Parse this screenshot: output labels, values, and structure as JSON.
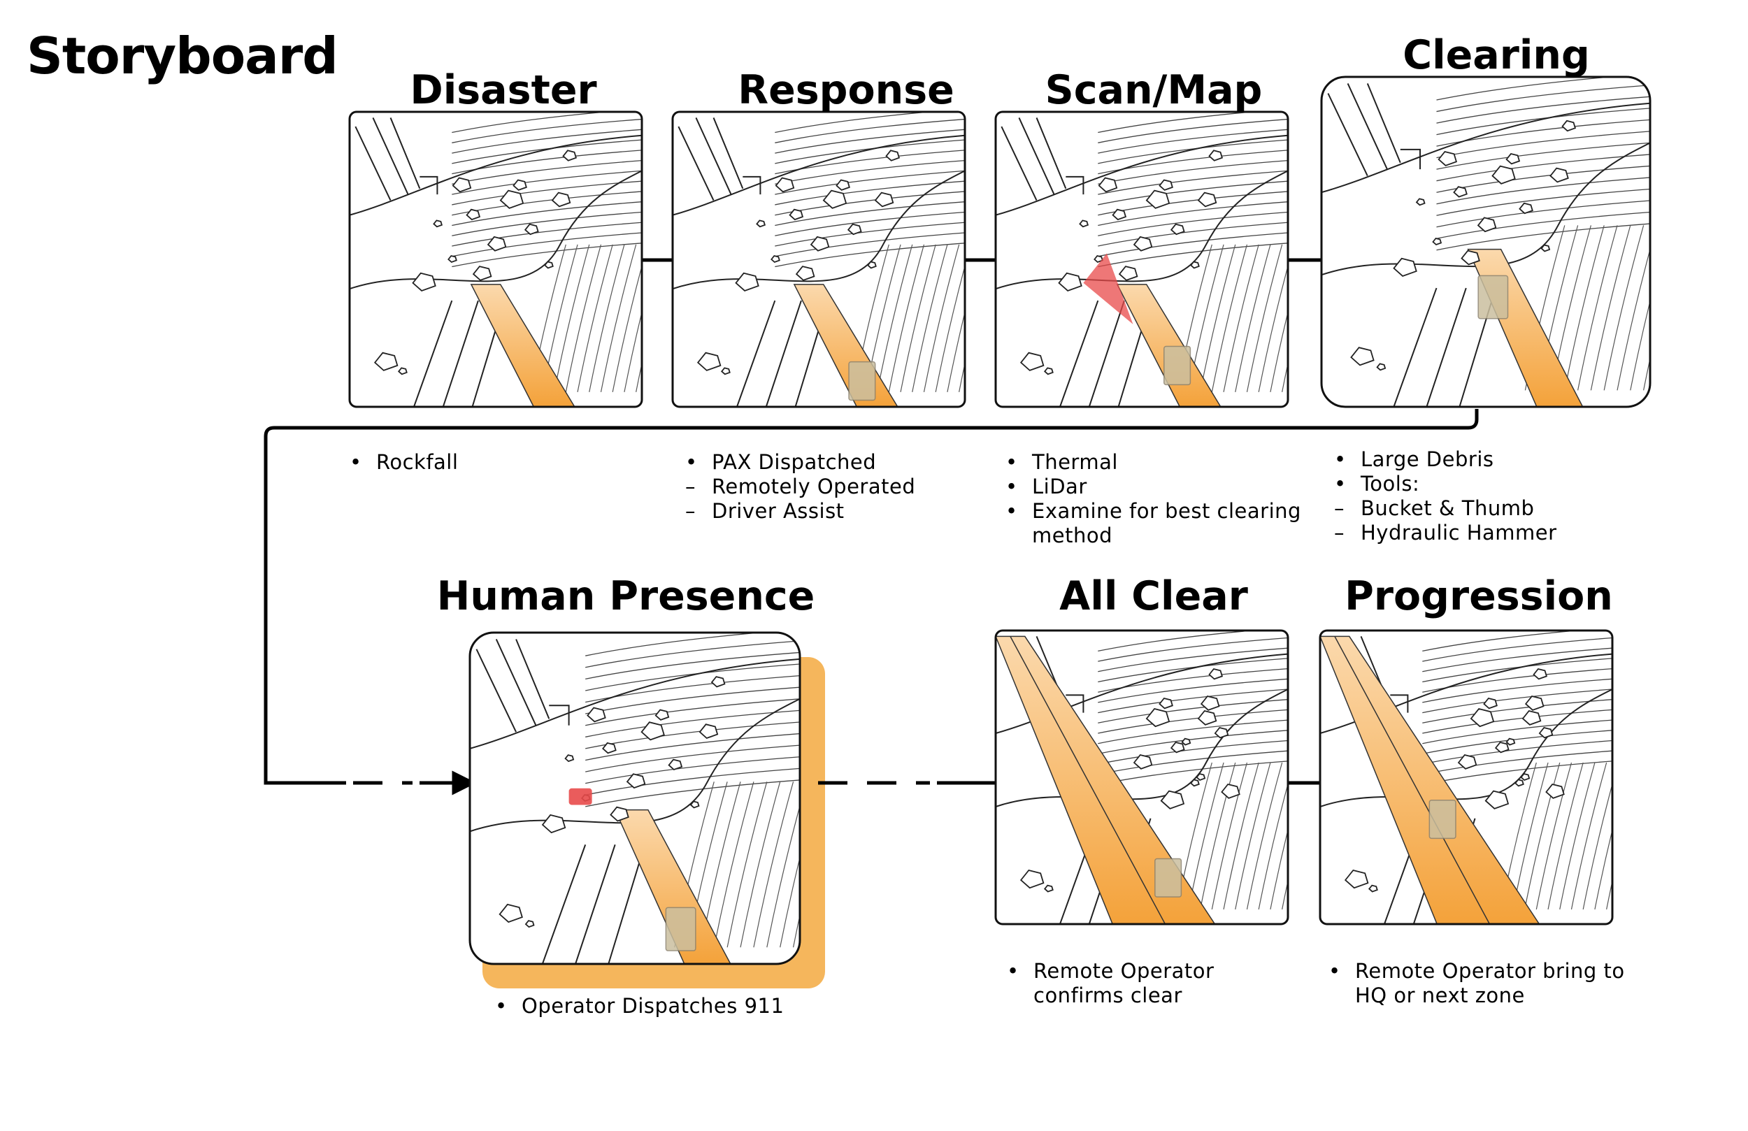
{
  "heading": "Storyboard",
  "panels": [
    {
      "title": "Disaster",
      "notes": [
        {
          "t": "b",
          "text": "Rockfall"
        }
      ]
    },
    {
      "title": "Response",
      "notes": [
        {
          "t": "b",
          "text": "PAX Dispatched"
        },
        {
          "t": "d",
          "text": "Remotely Operated"
        },
        {
          "t": "d",
          "text": "Driver Assist"
        }
      ]
    },
    {
      "title": "Scan/Map",
      "notes": [
        {
          "t": "b",
          "text": "Thermal"
        },
        {
          "t": "b",
          "text": "LiDar"
        },
        {
          "t": "b",
          "text": "Examine for best clearing"
        },
        {
          "t": "c",
          "text": "method"
        }
      ]
    },
    {
      "title": "Clearing",
      "notes": [
        {
          "t": "b",
          "text": "Large Debris"
        },
        {
          "t": "b",
          "text": "Tools:"
        },
        {
          "t": "d",
          "text": "Bucket & Thumb"
        },
        {
          "t": "d",
          "text": "Hydraulic Hammer"
        }
      ]
    },
    {
      "title": "Human Presence",
      "notes": [
        {
          "t": "b",
          "text": "Operator Dispatches 911"
        }
      ]
    },
    {
      "title": "All Clear",
      "notes": [
        {
          "t": "b",
          "text": "Remote Operator"
        },
        {
          "t": "c",
          "text": "confirms clear"
        }
      ]
    },
    {
      "title": "Progression",
      "notes": [
        {
          "t": "b",
          "text": "Remote Operator bring to"
        },
        {
          "t": "c",
          "text": "HQ or next zone"
        }
      ]
    }
  ],
  "colors": {
    "road_highlight": "#f4a23a",
    "human_highlight": "#f5b65c",
    "scan_red": "#e84a4a",
    "line": "#000000"
  }
}
